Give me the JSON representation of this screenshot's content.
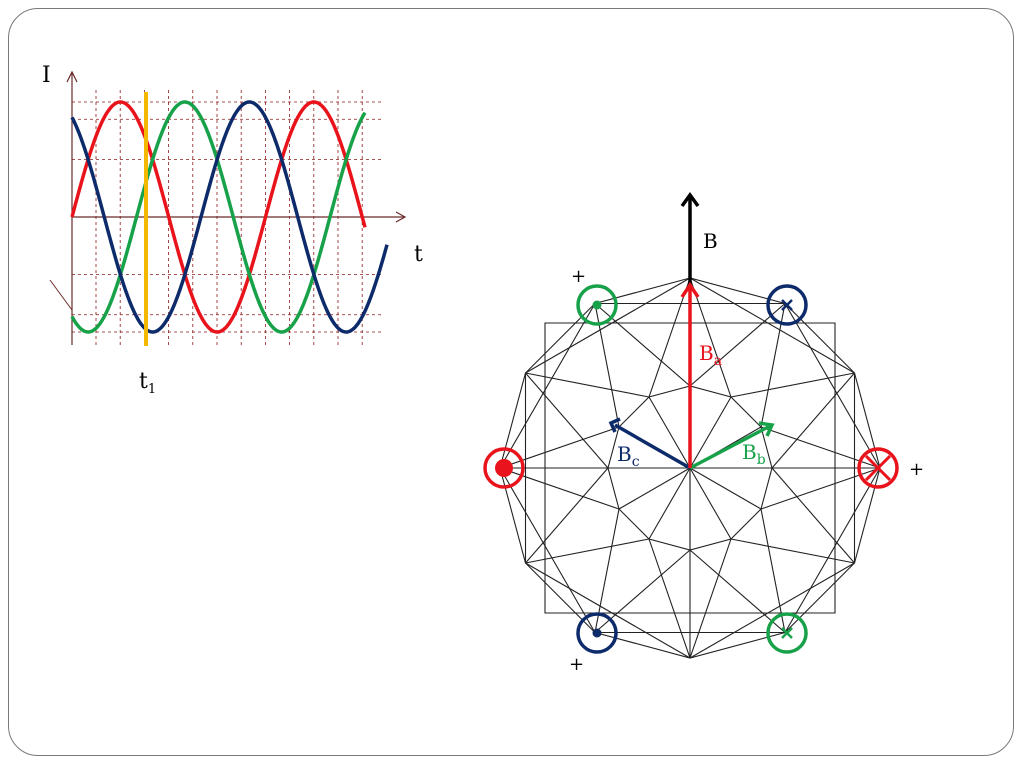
{
  "waveform": {
    "y_label": "I",
    "x_label": "t",
    "time_marker_label": "t",
    "time_marker_subscript": "1",
    "colors": {
      "phase_a": "#e8131b",
      "phase_b": "#17a24a",
      "phase_c": "#0d2b6b",
      "marker": "#f5b800",
      "axis": "#6b2a2a",
      "grid": "#8b1a1a"
    }
  },
  "vector_diagram": {
    "resultant_label": "B",
    "phase_a_label": {
      "main": "B",
      "sub": "a"
    },
    "phase_b_label": {
      "main": "B",
      "sub": "b"
    },
    "phase_c_label": {
      "main": "B",
      "sub": "c"
    },
    "plus_sign": "+",
    "colors": {
      "resultant": "#000000",
      "phase_a": "#e8131b",
      "phase_b": "#17a24a",
      "phase_c": "#0d2b6b",
      "lines": "#222222"
    }
  }
}
